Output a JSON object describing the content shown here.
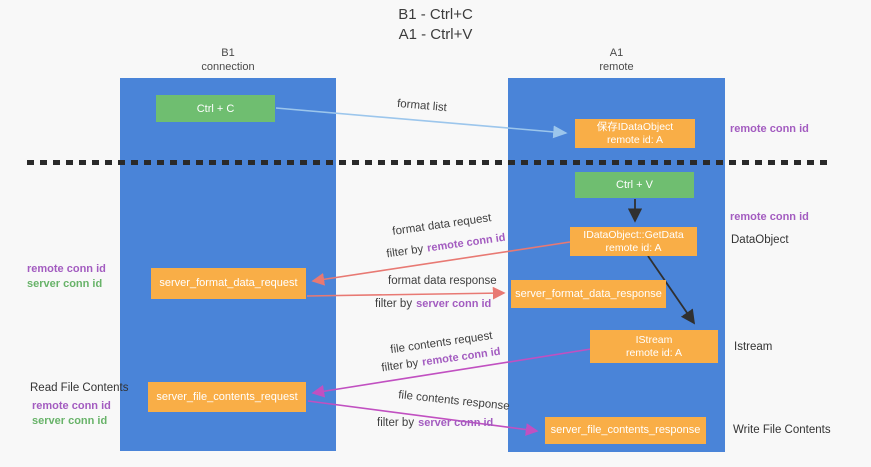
{
  "title": {
    "line1": "B1 - Ctrl+C",
    "line2": "A1 - Ctrl+V"
  },
  "columns": {
    "left": {
      "name": "B1",
      "subtitle": "connection"
    },
    "right": {
      "name": "A1",
      "subtitle": "remote"
    }
  },
  "nodes": {
    "ctrl_c": "Ctrl + C",
    "ctrl_v": "Ctrl + V",
    "save_idataobject": {
      "line1": "保存IDataObject",
      "line2": "remote id: A"
    },
    "getdata": {
      "line1": "IDataObject::GetData",
      "line2": "remote id: A"
    },
    "istream": {
      "line1": "IStream",
      "line2": "remote id: A"
    },
    "format_request": "server_format_data_request",
    "format_response": "server_format_data_response",
    "file_request": "server_file_contents_request",
    "file_response": "server_file_contents_response"
  },
  "flow_labels": {
    "format_list": "format list",
    "format_data_request": "format data request",
    "format_data_response": "format data response",
    "file_contents_request": "file contents request",
    "file_contents_response": "file contents response",
    "filter_by": "filter by",
    "remote_conn_id": "remote conn id",
    "server_conn_id": "server conn id"
  },
  "side_labels": {
    "remote_conn_id_top": "remote conn id",
    "remote_conn_id_mid": "remote conn id",
    "dataobject": "DataObject",
    "istream": "Istream",
    "write_file_contents": "Write File Contents",
    "read_file_contents": "Read File Contents",
    "left_remote_conn_id_1": "remote conn id",
    "left_server_conn_id_1": "server conn id",
    "left_remote_conn_id_2": "remote conn id",
    "left_server_conn_id_2": "server conn id"
  },
  "colors": {
    "column_blue": "#4a84d8",
    "action_green": "#6fbe70",
    "message_orange": "#f9ae47",
    "arrow_light_blue": "#9cc6ec",
    "arrow_black": "#303030",
    "arrow_salmon": "#e87973",
    "arrow_magenta": "#c150c1",
    "text_purple": "#a35cc0",
    "text_green": "#68b369",
    "background": "#f8f8f8"
  }
}
